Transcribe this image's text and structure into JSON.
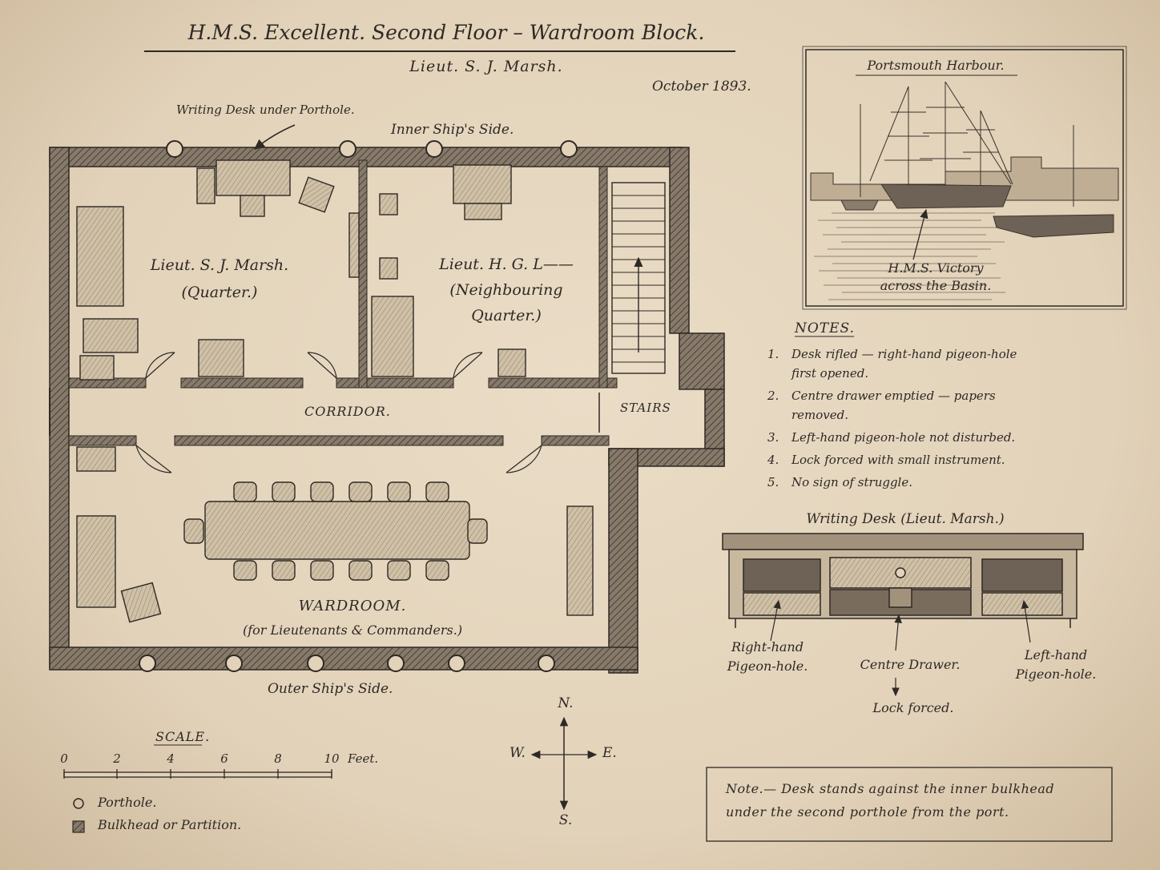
{
  "title": "H.M.S. Excellent.  Second Floor – Wardroom Block.",
  "subtitle": "Lieut. S. J. Marsh.",
  "date": "October 1893.",
  "labels": {
    "writing_desk_pointer": "Writing Desk under Porthole.",
    "inner_side": "Inner Ship's Side.",
    "outer_side": "Outer Ship's Side.",
    "marsh_quarter_line1": "Lieut. S. J. Marsh.",
    "marsh_quarter_line2": "(Quarter.)",
    "hgl_quarter_line1": "Lieut. H. G. L——",
    "hgl_quarter_line2": "(Neighbouring",
    "hgl_quarter_line3": "Quarter.)",
    "corridor": "CORRIDOR.",
    "stairs": "STAIRS",
    "wardroom_line1": "WARDROOM.",
    "wardroom_line2": "(for Lieutenants & Commanders.)"
  },
  "inset": {
    "title": "Portsmouth Harbour.",
    "caption_line1": "H.M.S. Victory",
    "caption_line2": "across the Basin."
  },
  "notes": {
    "heading": "NOTES.",
    "items": [
      {
        "num": "1.",
        "line1": "Desk rifled — right-hand pigeon-hole",
        "line2": "first opened."
      },
      {
        "num": "2.",
        "line1": "Centre drawer emptied — papers",
        "line2": "removed."
      },
      {
        "num": "3.",
        "line1": "Left-hand pigeon-hole not disturbed.",
        "line2": ""
      },
      {
        "num": "4.",
        "line1": "Lock forced with small instrument.",
        "line2": ""
      },
      {
        "num": "5.",
        "line1": "No sign of struggle.",
        "line2": ""
      }
    ]
  },
  "desk": {
    "title": "Writing Desk (Lieut. Marsh.)",
    "right_line1": "Right-hand",
    "right_line2": "Pigeon-hole.",
    "centre": "Centre Drawer.",
    "lock": "Lock forced.",
    "left_line1": "Left-hand",
    "left_line2": "Pigeon-hole."
  },
  "scale": {
    "heading": "SCALE.",
    "ticks": [
      "0",
      "2",
      "4",
      "6",
      "8",
      "10"
    ],
    "unit": "Feet."
  },
  "compass": {
    "n": "N.",
    "s": "S.",
    "e": "E.",
    "w": "W."
  },
  "legend": {
    "porthole": "Porthole.",
    "bulkhead": "Bulkhead or Partition."
  },
  "footnote": {
    "line1": "Note.— Desk stands against the inner bulkhead",
    "line2": "under the second porthole from the port."
  },
  "colors": {
    "paper": "#e2d2b9",
    "ink": "#2e2924",
    "wall": "#6e6256"
  }
}
